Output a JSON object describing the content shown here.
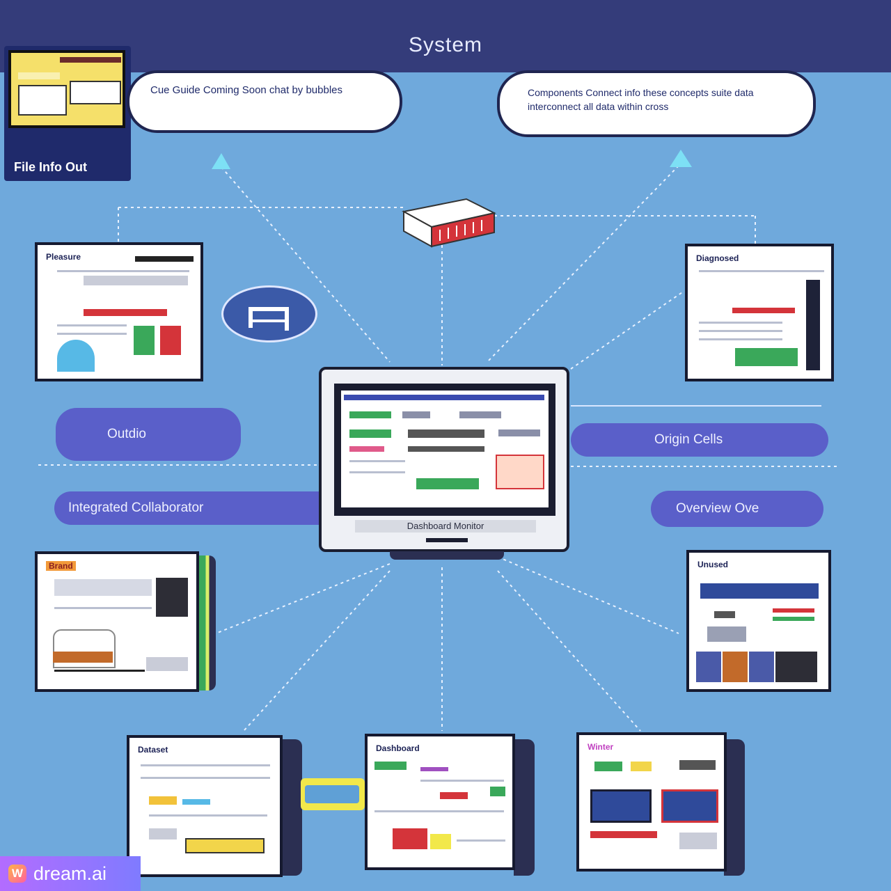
{
  "header": {
    "title": "System"
  },
  "top_left_panel": {
    "label": "File Info Out"
  },
  "bubbles": {
    "left": "Cue Guide Coming Soon chat by bubbles",
    "right": "Components Connect info these concepts suite data interconnect all data within cross"
  },
  "pills": {
    "left_upper": "Outdio",
    "right_upper": "Origin Cells",
    "left_lower": "Integrated Collaborator",
    "right_lower": "Overview Ove"
  },
  "monitor": {
    "stand_label": "Dashboard Monitor"
  },
  "documents": {
    "mid_left": "Pleasure",
    "mid_right": "Diagnosed",
    "low_left": "Brand",
    "low_right": "Unused",
    "bottom_1": "Dataset",
    "bottom_2": "Dashboard",
    "bottom_3": "Winter"
  },
  "colors": {
    "background": "#6fa9dc",
    "header": "#343c7a",
    "pill": "#5a5fc9",
    "accent_red": "#d4343a",
    "accent_green": "#3aa85a",
    "accent_yellow": "#f2d54a"
  },
  "icons": [
    "server-icon",
    "connector-icon",
    "arrow-up-icon"
  ],
  "watermark": {
    "logo": "W",
    "text": "dream.ai"
  }
}
